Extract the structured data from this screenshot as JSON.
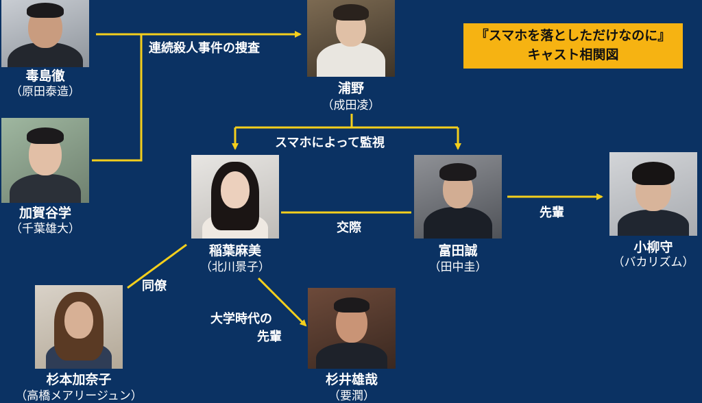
{
  "title": {
    "line1": "『スマホを落としただけなのに』",
    "line2": "キャスト相関図"
  },
  "characters": [
    {
      "id": "busujima",
      "name": "毒島徹",
      "actor": "（原田泰造）"
    },
    {
      "id": "kaga",
      "name": "加賀谷学",
      "actor": "（千葉雄大）"
    },
    {
      "id": "urano",
      "name": "浦野",
      "actor": "（成田凌）"
    },
    {
      "id": "inaba",
      "name": "稲葉麻美",
      "actor": "（北川景子）"
    },
    {
      "id": "tomita",
      "name": "富田誠",
      "actor": "（田中圭）"
    },
    {
      "id": "koyanagi",
      "name": "小柳守",
      "actor": "（バカリズム）"
    },
    {
      "id": "sugimoto",
      "name": "杉本加奈子",
      "actor": "（高橋メアリージュン）"
    },
    {
      "id": "sugii",
      "name": "杉井雄哉",
      "actor": "（要潤）"
    }
  ],
  "relations": {
    "investigation": "連続殺人事件の捜査",
    "surveillance": "スマホによって監視",
    "dating": "交際",
    "senior": "先輩",
    "colleague": "同僚",
    "college_senior_line1": "大学時代の",
    "college_senior_line2": "先輩"
  },
  "colors": {
    "background": "#0b3263",
    "arrow": "#f4cf1c",
    "title_box": "#f6b312"
  }
}
